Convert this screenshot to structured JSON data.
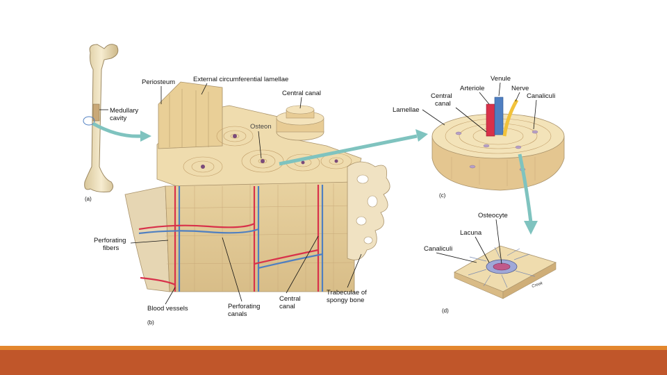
{
  "labels": {
    "periosteum": "Periosteum",
    "external_lamellae": "External circumferential lamellae",
    "medullary_1": "Medullary",
    "medullary_2": "cavity",
    "osteon": "Osteon",
    "central_canal_top": "Central canal",
    "perforating_fibers_1": "Perforating",
    "perforating_fibers_2": "fibers",
    "blood_vessels": "Blood vessels",
    "perforating_canals_1": "Perforating",
    "perforating_canals_2": "canals",
    "central_canal_bottom_1": "Central",
    "central_canal_bottom_2": "canal",
    "trabeculae_1": "Trabeculae of",
    "trabeculae_2": "spongy bone",
    "venule": "Venule",
    "arteriole": "Arteriole",
    "nerve": "Nerve",
    "central_canal_c_1": "Central",
    "central_canal_c_2": "canal",
    "canaliculi_c": "Canaliculi",
    "lamellae": "Lamellae",
    "osteocyte": "Osteocyte",
    "lacuna": "Lacuna",
    "canaliculi_d": "Canaliculi",
    "artist": "Creek"
  },
  "panels": {
    "a": "(a)",
    "b": "(b)",
    "c": "(c)",
    "d": "(d)"
  },
  "colors": {
    "bone": "#ecd7a8",
    "bone_dark": "#c9a877",
    "artery": "#d8314a",
    "vein": "#4f7fc1",
    "nerve": "#f2c23a",
    "arrow": "#7fc3bf",
    "band_top": "#e3872e",
    "band_bottom": "#c0562a"
  }
}
